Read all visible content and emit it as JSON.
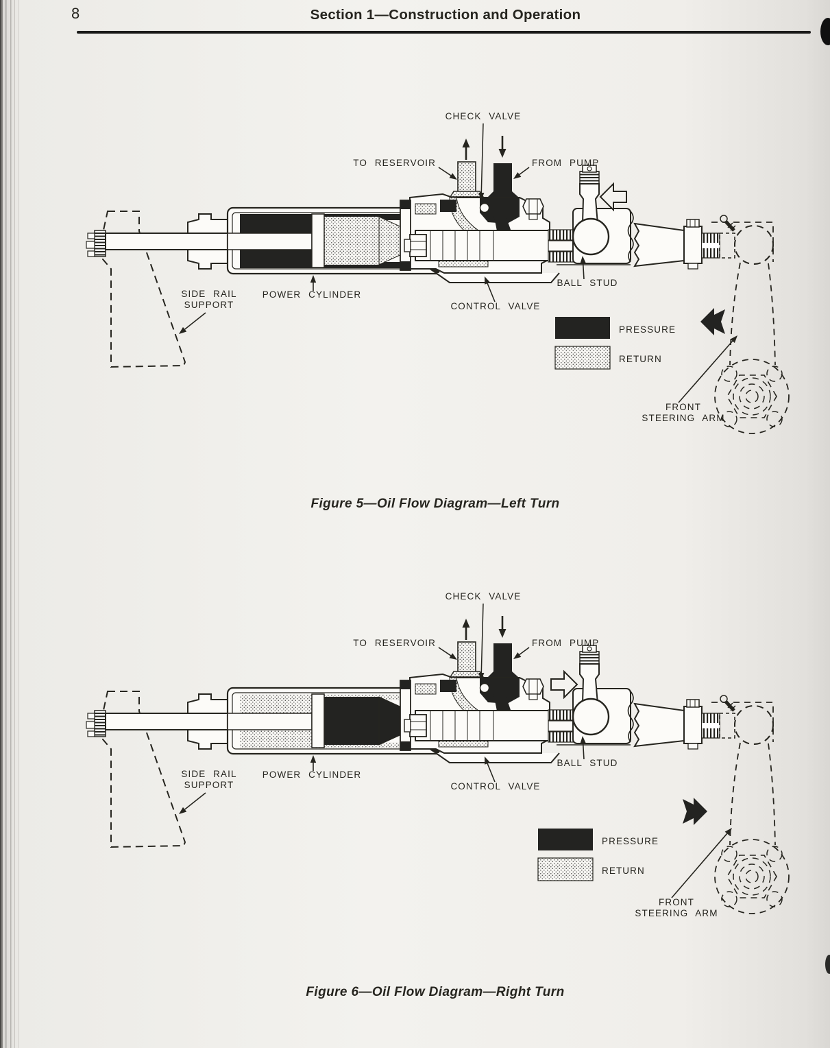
{
  "page": {
    "number": "8",
    "header_title": "Section 1—Construction and Operation"
  },
  "figures": [
    {
      "caption": "Figure 5—Oil Flow Diagram—Left Turn",
      "turn": "left",
      "labels": {
        "check_valve": "CHECK VALVE",
        "to_reservoir": "TO RESERVOIR",
        "from_pump": "FROM PUMP",
        "side_rail_line1": "SIDE RAIL",
        "side_rail_line2": "SUPPORT",
        "power_cylinder": "POWER CYLINDER",
        "control_valve": "CONTROL VALVE",
        "ball_stud": "BALL STUD",
        "front_line1": "FRONT",
        "front_line2": "STEERING ARM",
        "pressure": "PRESSURE",
        "return": "RETURN"
      }
    },
    {
      "caption": "Figure 6—Oil Flow Diagram—Right Turn",
      "turn": "right",
      "labels": {
        "check_valve": "CHECK VALVE",
        "to_reservoir": "TO RESERVOIR",
        "from_pump": "FROM PUMP",
        "side_rail_line1": "SIDE RAIL",
        "side_rail_line2": "SUPPORT",
        "power_cylinder": "POWER CYLINDER",
        "control_valve": "CONTROL VALVE",
        "ball_stud": "BALL STUD",
        "front_line1": "FRONT",
        "front_line2": "STEERING ARM",
        "pressure": "PRESSURE",
        "return": "RETURN"
      }
    }
  ],
  "colors": {
    "ink": "#26251f",
    "pressure_fill": "#232321",
    "paper": "#f3f2ee"
  }
}
